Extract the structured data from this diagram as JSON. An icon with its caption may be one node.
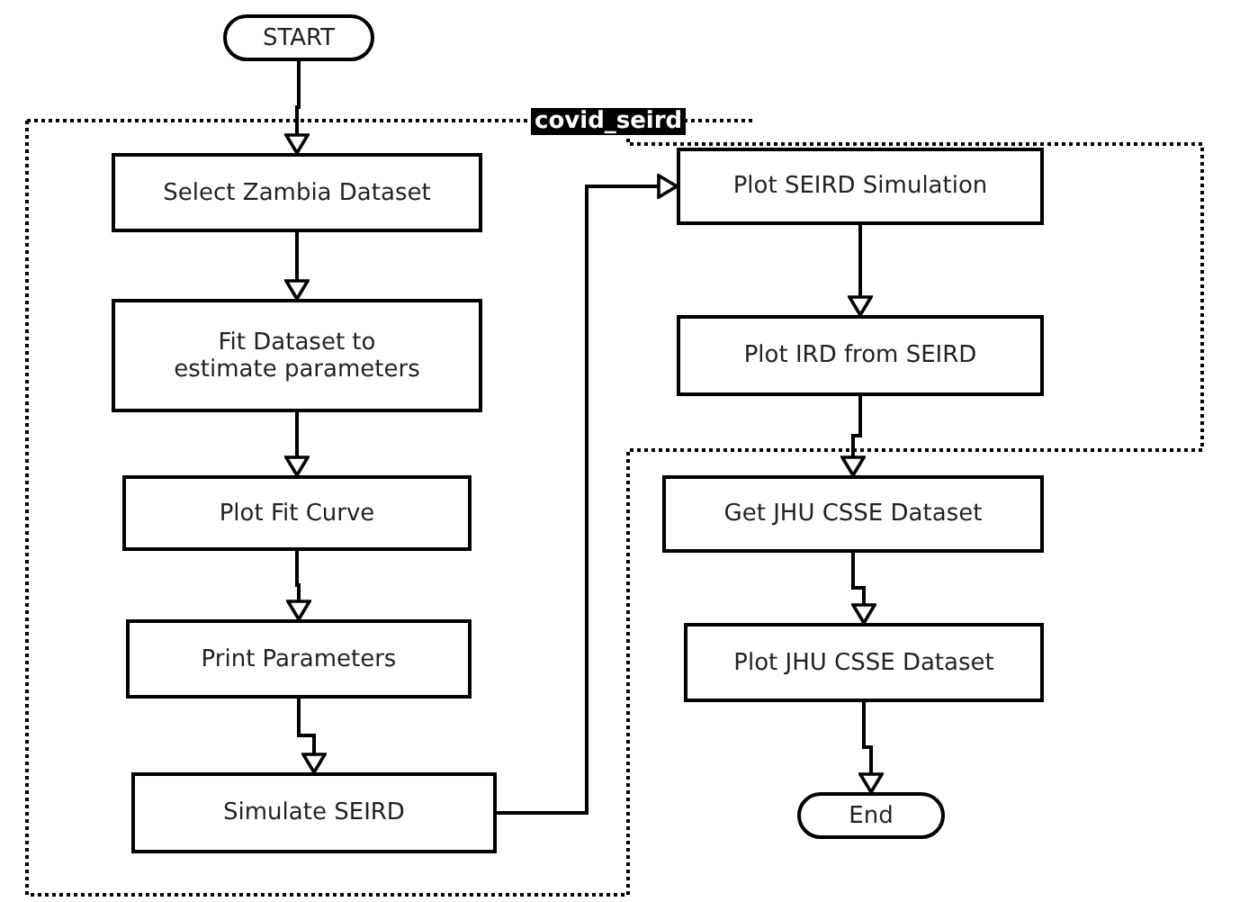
{
  "diagram": {
    "nodes": [
      {
        "text": [
          "START"
        ]
      },
      {
        "text": [
          "covid_seird"
        ]
      },
      {
        "text": [
          "Select Zambia Dataset"
        ],
        "in": 1
      },
      {
        "text": [
          "Fit Dataset to estimate parameters"
        ],
        "in": 1
      },
      {
        "text": [
          "Plot Fit Curve"
        ],
        "in": 1
      },
      {
        "text": [
          "Print Parameters"
        ],
        "in": 1
      },
      {
        "text": [
          "Simulate SEIRD"
        ],
        "in": 1
      },
      {
        "text": [
          "Plot SEIRD Simulation"
        ],
        "in": 1
      },
      {
        "text": [
          "Plot IRD from SEIRD"
        ],
        "in": 1
      },
      {
        "text": [
          "Get JHU CSSE Dataset"
        ]
      },
      {
        "text": [
          "Plot JHU CSSE Dataset"
        ]
      },
      {
        "text": [
          "End"
        ]
      }
    ],
    "edges": [
      {
        "from": 0,
        "to": 2,
        "arrow": "to"
      },
      {
        "from": 2,
        "to": 3,
        "arrow": "to"
      },
      {
        "from": 3,
        "to": 4,
        "arrow": "to"
      },
      {
        "from": 4,
        "to": 5,
        "arrow": "to"
      },
      {
        "from": 5,
        "to": 6,
        "arrow": "to"
      },
      {
        "from": 6,
        "to": 7,
        "arrow": "to"
      },
      {
        "from": 7,
        "to": 8,
        "arrow": "to"
      },
      {
        "from": 8,
        "to": 9,
        "arrow": "to"
      },
      {
        "from": 9,
        "to": 10,
        "arrow": "to"
      },
      {
        "from": 10,
        "to": 11,
        "arrow": "to"
      }
    ]
  }
}
